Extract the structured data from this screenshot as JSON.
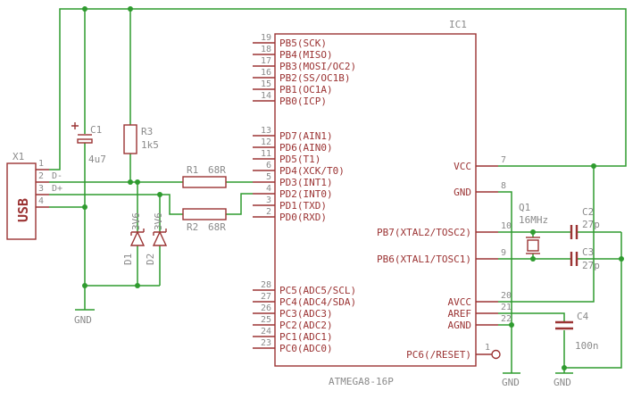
{
  "schematic": {
    "colors": {
      "wire": "#2f9b2f",
      "symbol": "#9b3333",
      "label": "#8a8a8a"
    },
    "ground_label": "GND",
    "ic": {
      "designator": "IC1",
      "part": "ATMEGA8-16P",
      "left_pins": [
        {
          "num": "19",
          "label": "PB5(SCK)"
        },
        {
          "num": "18",
          "label": "PB4(MISO)"
        },
        {
          "num": "17",
          "label": "PB3(MOSI/OC2)"
        },
        {
          "num": "16",
          "label": "PB2(SS/OC1B)"
        },
        {
          "num": "15",
          "label": "PB1(OC1A)"
        },
        {
          "num": "14",
          "label": "PB0(ICP)"
        },
        {
          "num": "13",
          "label": "PD7(AIN1)"
        },
        {
          "num": "12",
          "label": "PD6(AIN0)"
        },
        {
          "num": "11",
          "label": "PD5(T1)"
        },
        {
          "num": "6",
          "label": "PD4(XCK/T0)"
        },
        {
          "num": "5",
          "label": "PD3(INT1)"
        },
        {
          "num": "4",
          "label": "PD2(INT0)"
        },
        {
          "num": "3",
          "label": "PD1(TXD)"
        },
        {
          "num": "2",
          "label": "PD0(RXD)"
        },
        {
          "num": "28",
          "label": "PC5(ADC5/SCL)"
        },
        {
          "num": "27",
          "label": "PC4(ADC4/SDA)"
        },
        {
          "num": "26",
          "label": "PC3(ADC3)"
        },
        {
          "num": "25",
          "label": "PC2(ADC2)"
        },
        {
          "num": "24",
          "label": "PC1(ADC1)"
        },
        {
          "num": "23",
          "label": "PC0(ADC0)"
        }
      ],
      "right_pins": [
        {
          "num": "7",
          "label": "VCC"
        },
        {
          "num": "8",
          "label": "GND"
        },
        {
          "num": "10",
          "label": "PB7(XTAL2/TOSC2)"
        },
        {
          "num": "9",
          "label": "PB6(XTAL1/TOSC1)"
        },
        {
          "num": "20",
          "label": "AVCC"
        },
        {
          "num": "21",
          "label": "AREF"
        },
        {
          "num": "22",
          "label": "AGND"
        },
        {
          "num": "1",
          "label": "PC6(/RESET)"
        }
      ]
    },
    "usb": {
      "designator": "X1",
      "label": "USB",
      "pins": [
        "1",
        "2",
        "3",
        "4"
      ],
      "d_minus": "D-",
      "d_plus": "D+"
    },
    "parts": {
      "c1": {
        "name": "C1",
        "value": "4u7"
      },
      "r3": {
        "name": "R3",
        "value": "1k5"
      },
      "r1": {
        "name": "R1",
        "value": "68R"
      },
      "r2": {
        "name": "R2",
        "value": "68R"
      },
      "d1": {
        "name": "D1",
        "value": "3V6"
      },
      "d2": {
        "name": "D2",
        "value": "3V6"
      },
      "q1": {
        "name": "Q1",
        "value": "16MHz"
      },
      "c2": {
        "name": "C2",
        "value": "27p"
      },
      "c3": {
        "name": "C3",
        "value": "27p"
      },
      "c4": {
        "name": "C4",
        "value": "100n"
      }
    }
  }
}
